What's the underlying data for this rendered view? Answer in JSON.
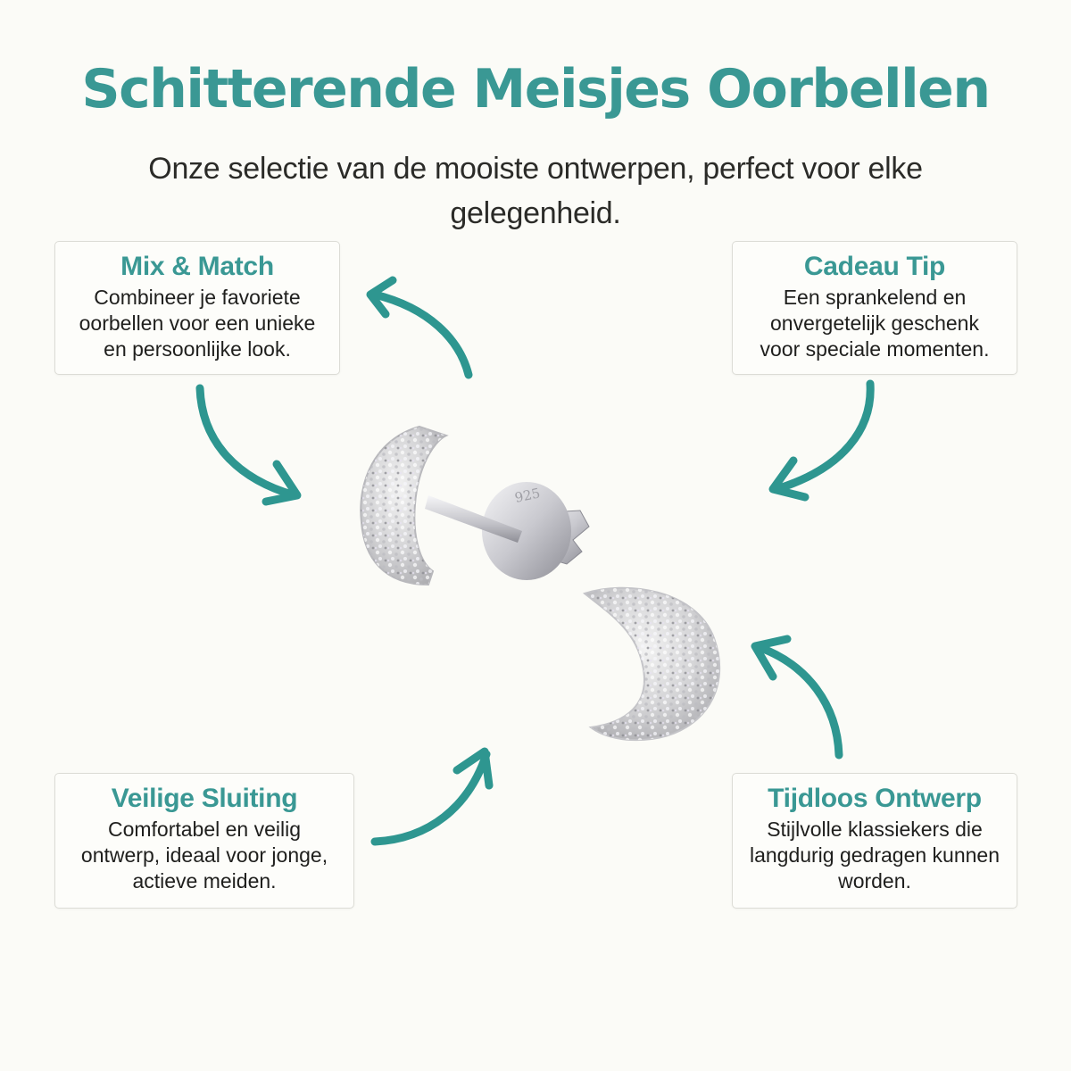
{
  "header": {
    "title": "Schitterende Meisjes Oorbellen",
    "subtitle": "Onze selectie van de mooiste ontwerpen, perfect voor elke gelegenheid."
  },
  "cards": [
    {
      "title": "Mix & Match",
      "body": "Combineer je favoriete oorbellen voor een unieke en persoonlijke look."
    },
    {
      "title": "Cadeau Tip",
      "body": "Een sprankelend en onvergetelijk geschenk voor speciale momenten."
    },
    {
      "title": "Veilige Sluiting",
      "body": "Comfortabel en veilig ontwerp, ideaal voor jonge, actieve meiden."
    },
    {
      "title": "Tijdloos Ontwerp",
      "body": "Stijlvolle klassiekers die langdurig gedragen kunnen worden."
    }
  ],
  "product": {
    "name": "glitter moon stud earrings",
    "stamp": "925"
  },
  "colors": {
    "accent": "#3a9894",
    "arrow": "#2e9690",
    "background": "#fbfbf7",
    "text": "#1f1f1d"
  }
}
